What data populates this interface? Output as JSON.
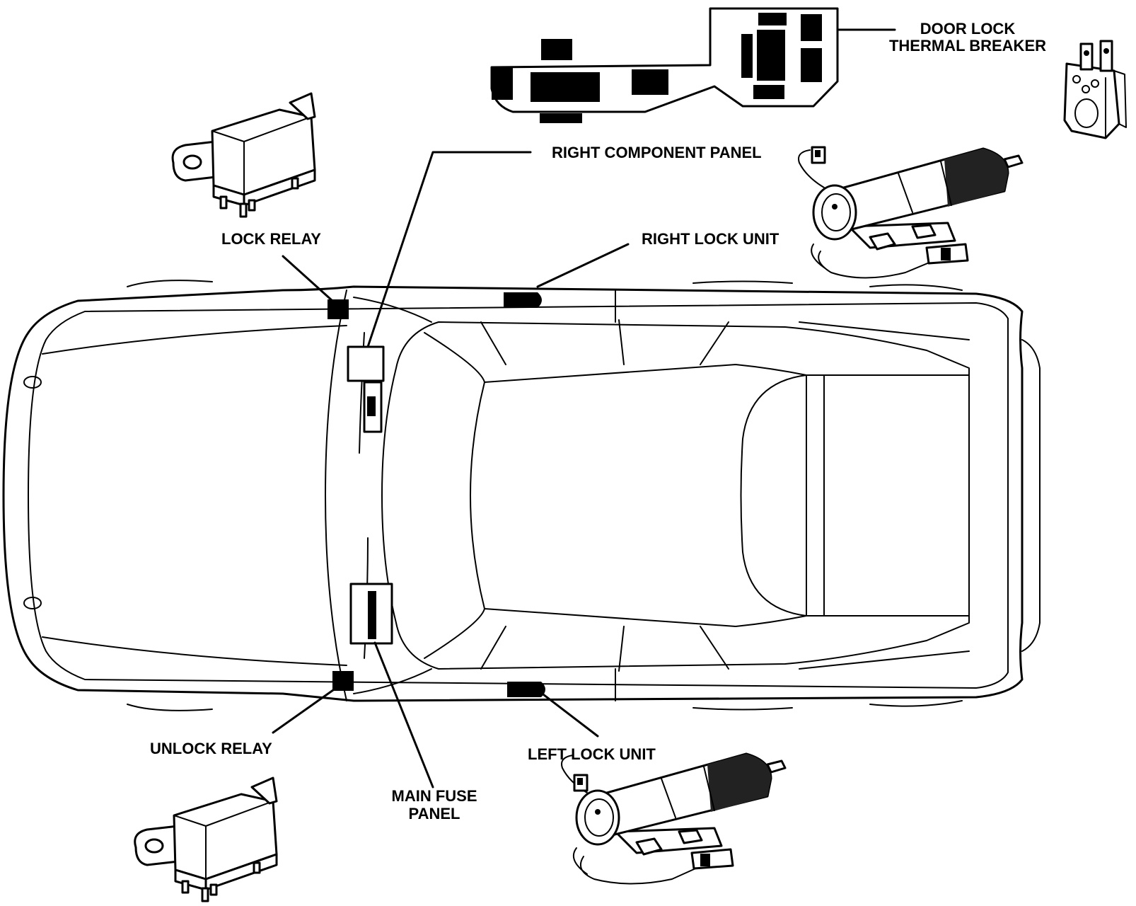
{
  "labels": {
    "door_lock_line1": "DOOR LOCK",
    "door_lock_line2": "THERMAL BREAKER",
    "right_component_panel": "RIGHT COMPONENT PANEL",
    "lock_relay": "LOCK RELAY",
    "right_lock_unit": "RIGHT LOCK UNIT",
    "unlock_relay": "UNLOCK RELAY",
    "main_fuse_line1": "MAIN FUSE",
    "main_fuse_line2": "PANEL",
    "left_lock_unit": "LEFT LOCK UNIT"
  },
  "colors": {
    "ink": "#000000",
    "paper": "#ffffff"
  },
  "icons": [
    "lock-relay-icon",
    "unlock-relay-icon",
    "right-lock-unit-motor-icon",
    "left-lock-unit-motor-icon",
    "thermal-breaker-icon",
    "component-panel-icon",
    "car-top-view-icon"
  ]
}
